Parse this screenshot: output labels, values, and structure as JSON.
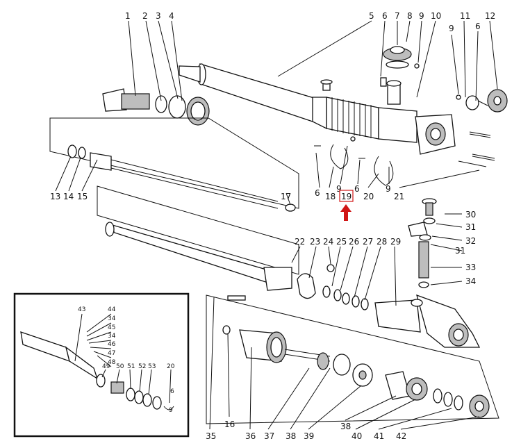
{
  "colors": {
    "ink": "#111111",
    "highlight": "#d01515",
    "paper": "#ffffff"
  },
  "labels": {
    "l1": "1",
    "l2": "2",
    "l3": "3",
    "l4": "4",
    "l5": "5",
    "l6a": "6",
    "l7": "7",
    "l8": "8",
    "l9a": "9",
    "l10": "10",
    "l9b": "9",
    "l11": "11",
    "l6b": "6",
    "l12": "12",
    "l13": "13",
    "l14": "14",
    "l15": "15",
    "l17": "17",
    "l6c": "6",
    "l18": "18",
    "l9c": "9",
    "l6d": "6",
    "l20": "20",
    "l9d": "9",
    "l21": "21",
    "l19": "19",
    "l30": "30",
    "l31a": "31",
    "l32": "32",
    "l31b": "31",
    "l33": "33",
    "l34": "34",
    "l22": "22",
    "l23": "23",
    "l24": "24",
    "l25": "25",
    "l26": "26",
    "l27": "27",
    "l28": "28",
    "l29": "29",
    "l35": "35",
    "l16": "16",
    "l36": "36",
    "l37": "37",
    "l38a": "38",
    "l39": "39",
    "l38b": "38",
    "l40": "40",
    "l41": "41",
    "l42": "42",
    "i43": "43",
    "i44": "44",
    "i34a": "34",
    "i45": "45",
    "i34b": "34",
    "i46": "46",
    "i47": "47",
    "i48": "48",
    "i49": "49",
    "i50": "50",
    "i51": "51",
    "i52": "52",
    "i53": "53",
    "i20": "20",
    "i6": "6",
    "i9": "9"
  },
  "highlight_arrow": {
    "color": "#d01515",
    "points_to": "19"
  }
}
